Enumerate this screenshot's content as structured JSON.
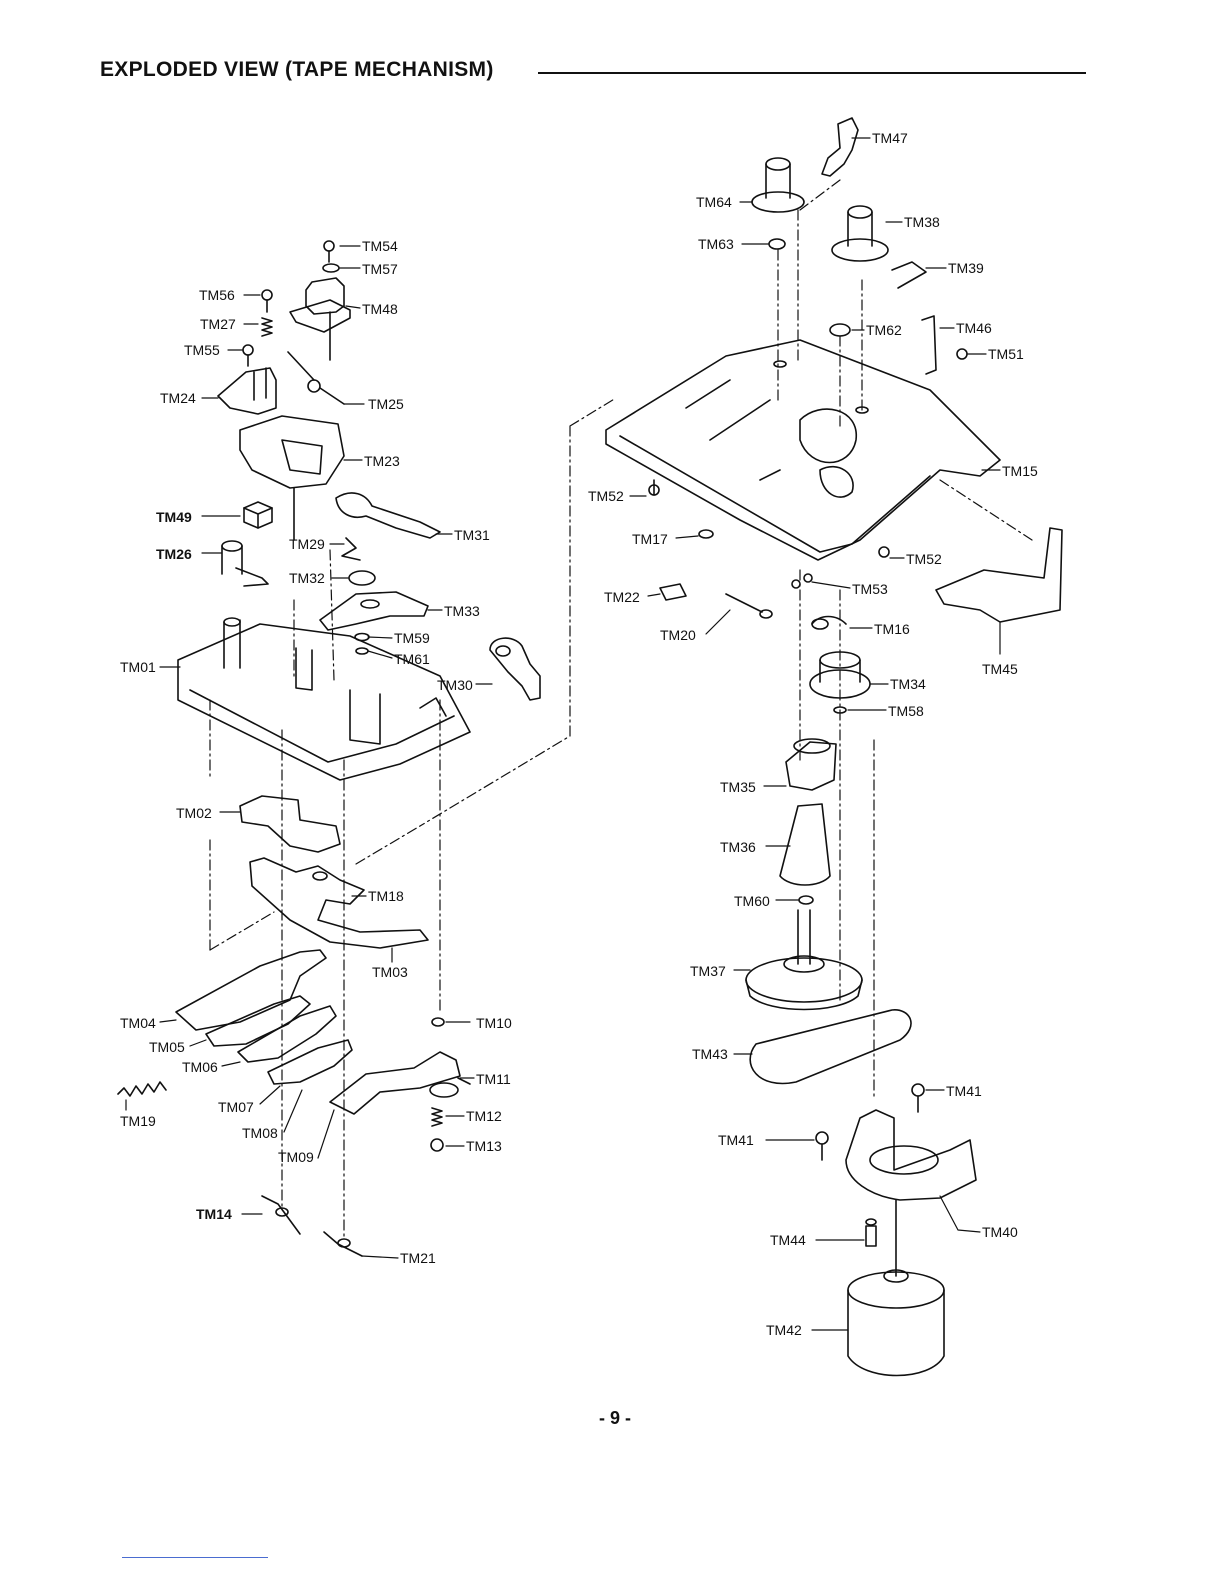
{
  "title": "EXPLODED VIEW (TAPE MECHANISM)",
  "page_number": "- 9 -",
  "labels": {
    "TM01": "TM01",
    "TM02": "TM02",
    "TM03": "TM03",
    "TM04": "TM04",
    "TM05": "TM05",
    "TM06": "TM06",
    "TM07": "TM07",
    "TM08": "TM08",
    "TM09": "TM09",
    "TM10": "TM10",
    "TM11": "TM11",
    "TM12": "TM12",
    "TM13": "TM13",
    "TM14": "TM14",
    "TM15": "TM15",
    "TM16": "TM16",
    "TM17": "TM17",
    "TM18": "TM18",
    "TM19": "TM19",
    "TM20": "TM20",
    "TM21": "TM21",
    "TM22": "TM22",
    "TM23": "TM23",
    "TM24": "TM24",
    "TM25": "TM25",
    "TM26": "TM26",
    "TM27": "TM27",
    "TM29": "TM29",
    "TM30": "TM30",
    "TM31": "TM31",
    "TM32": "TM32",
    "TM33": "TM33",
    "TM34": "TM34",
    "TM35": "TM35",
    "TM36": "TM36",
    "TM37": "TM37",
    "TM38": "TM38",
    "TM39": "TM39",
    "TM40": "TM40",
    "TM41": "TM41",
    "TM42": "TM42",
    "TM43": "TM43",
    "TM44": "TM44",
    "TM45": "TM45",
    "TM46": "TM46",
    "TM47": "TM47",
    "TM48": "TM48",
    "TM49": "TM49",
    "TM51": "TM51",
    "TM52": "TM52",
    "TM53": "TM53",
    "TM54": "TM54",
    "TM55": "TM55",
    "TM56": "TM56",
    "TM57": "TM57",
    "TM58": "TM58",
    "TM59": "TM59",
    "TM60": "TM60",
    "TM61": "TM61",
    "TM62": "TM62",
    "TM63": "TM63",
    "TM64": "TM64"
  }
}
